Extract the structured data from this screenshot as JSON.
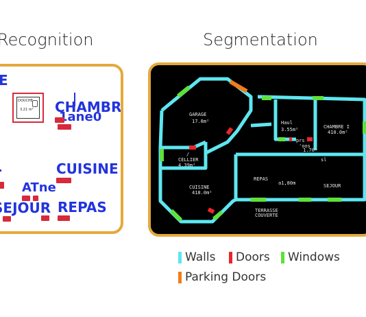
{
  "titles": {
    "recognition": "Recognition",
    "segmentation": "Segmentation"
  },
  "recognition": {
    "labels": [
      "E",
      "CHAMBRE",
      "1ane0",
      "CUISINE",
      "ATne",
      "SEJOUR",
      "REPAS"
    ],
    "douche_box": {
      "title": "DOUCHE",
      "area": "3.21 m²"
    }
  },
  "plan_labels": {
    "garage": "GARAGE",
    "garage_area": "17.8m²",
    "hall": "Haul",
    "hall_area": "3.55m²",
    "chambre": "CHAMBRE I",
    "chambre_area": "410.0m²",
    "cellier_mark": "/",
    "cellier": "CELLIER",
    "cellier_area": "4.39m²",
    "cuisine": "CUISINE",
    "cuisine_area": "418.0m²",
    "repas": "REPAS",
    "repas_dim": "a1,80m",
    "sejour": "SEJOUR",
    "sl": "sl",
    "terrasse": "TERRASSE",
    "couverte": "COUVERTE",
    "misc1": "prs",
    "misc2": "'oos",
    "misc3": "1.70"
  },
  "legend": {
    "walls": {
      "label": "Walls",
      "color": "#5ee6f0"
    },
    "doors": {
      "label": "Doors",
      "color": "#e8262a"
    },
    "windows": {
      "label": "Windows",
      "color": "#5fe03a"
    },
    "parking_doors": {
      "label": "Parking Doors",
      "color": "#f07d1e"
    }
  },
  "colors": {
    "frame": "#e4a93c",
    "recognition_text": "#2233dd",
    "recognition_tag": "#d72a3a"
  }
}
